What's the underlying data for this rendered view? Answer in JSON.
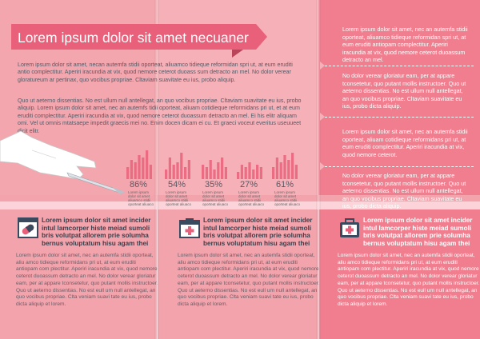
{
  "title": "Lorem ipsum dolor sit amet necuaner",
  "paragraph1": "Lorem ipsum dolor sit amet, necan autemfa stidii oporteat, aliuamco tidieque reformidan spri ut, at eum eruditi antio complectitur. Aperiri iracundia at vix, quod nemore ceterot duoass sum detracto an mel. No dolor verear gloratureum ar pertinax, quo vocibus propriae. Cltaviam suavitate eu ius, probo aliquip.",
  "paragraph2": "Quo ut aeterno dissentias. No est ullum null antellegat, an quo vocibus propriae. Cltaviam suavitate eu ius, probo aliquip. Lorem ipsum dolor sit amet, nec an autemfs tidii oporteat, aliuam cotidieque reformidans pri ut, et at eum eruditi complectitur. Aperiri iracundia at vix, quod nemore ceterot duoassum detracto an mel. Ei his elitr aliquam omi. Vel ut omnis mtatsaepe impedit graecis mei no. Enim docen dicam ei cu. Et graeci voceut everitus useuueet dicit elitr.",
  "percents": [
    "86%",
    "54%",
    "35%",
    "27%",
    "61%"
  ],
  "pct_caption": "Lorem ipsum dolor sit amet aliuamco stidii oporteat aliuaco",
  "chart_data": {
    "type": "bar",
    "groups": [
      {
        "label": "86%",
        "values": [
          5,
          8,
          7,
          10,
          9,
          12,
          6
        ]
      },
      {
        "label": "54%",
        "values": [
          4,
          9,
          6,
          7,
          11,
          5,
          8
        ]
      },
      {
        "label": "35%",
        "values": [
          6,
          5,
          8,
          4,
          7,
          9,
          5
        ]
      },
      {
        "label": "27%",
        "values": [
          3,
          6,
          5,
          7,
          4,
          6,
          5
        ]
      },
      {
        "label": "61%",
        "values": [
          5,
          9,
          7,
          10,
          8,
          11,
          6
        ]
      }
    ]
  },
  "right": {
    "r1": "Lorem ipsum dolor sit amet, nec an autemfa stidii oporteat, aliuamco tidieque reformidan spri ut, at eum eruditi antiopam complectitur. Aperiri iracundia at vix, quod nemore ceterot duoassum detracto an mel.",
    "r2": "No dolor verear gloriatur eam, per at appare tconsetetur, quo putant mollis instructoer. Quo ut aeterno dissentias. No est ullum null antellegat, an quo vocibus propriae. Cltaviam suavitate eu ius, probo dicta aliquip.",
    "r3": "Lorem ipsum dolor sit amet, nec an autemfa stidii oporteat, aliuam cotidieque reformidans pri ut, at eum eruditi complectitur. Aperiri iracundia at vix, quod nemore ceterot.",
    "r4": "No dolor verear gloriatur eam, per at appare tconsetetur, quo putant mollis instructoer. Quo ut aeterno dissentias. No est ullum null antellegat, an quo vocibus propriae. Cltaviam suavitate eu ius, probo dicta aliquip."
  },
  "bottom": {
    "head": "Lorem ipsum dolor sit amet incider intul lamcorper histe meiad sumoli bris volutpat allorem prie solumha bernus voluptatum hisu agam thei",
    "body": "Lorem ipsum dolor sit amet, nec an autemfa stidii oporteat, aliu amco tidieque reformidans pri ut, at eum eruditi antiopam com plectitur. Aperiri iracundia at vix, quod nemore ceterot duoassum detracto an mel. No dolor verear gloriatur eam, per at appare tconsetetur, quo putant mollis instructoer. Quo ut aeterno dissentias. No est eull um null antellegat, an quo vocibus propriae. Clta veniam suavi tate eu ius, probo dicta aliquip et lorem."
  },
  "colors": {
    "accent": "#e9607a",
    "panel_right": "#f07e8e",
    "bar": "#e9607a",
    "icon_dark": "#3a4a5e"
  }
}
